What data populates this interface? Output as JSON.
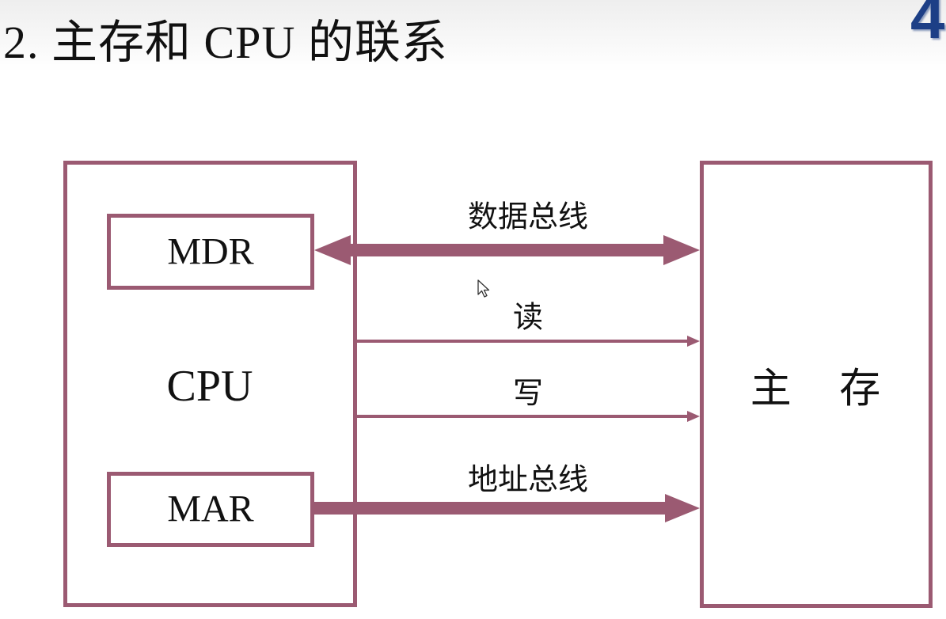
{
  "slide": {
    "title": "2.  主存和 CPU 的联系",
    "page_number": "4"
  },
  "diagram": {
    "accent_color": "#9b5a72",
    "nodes": {
      "cpu": {
        "label": "CPU"
      },
      "mdr": {
        "label": "MDR"
      },
      "mar": {
        "label": "MAR"
      },
      "main_memory": {
        "label": "主 存"
      }
    },
    "connections": [
      {
        "id": "data-bus",
        "label": "数据总线",
        "from": "mdr",
        "to": "main_memory",
        "direction": "bidirectional",
        "style": "thick"
      },
      {
        "id": "read-line",
        "label": "读",
        "from": "cpu",
        "to": "main_memory",
        "direction": "forward",
        "style": "thin"
      },
      {
        "id": "write-line",
        "label": "写",
        "from": "cpu",
        "to": "main_memory",
        "direction": "forward",
        "style": "thin"
      },
      {
        "id": "address-bus",
        "label": "地址总线",
        "from": "mar",
        "to": "main_memory",
        "direction": "forward",
        "style": "thick"
      }
    ]
  },
  "icons": {
    "cursor": "mouse-pointer-icon"
  }
}
